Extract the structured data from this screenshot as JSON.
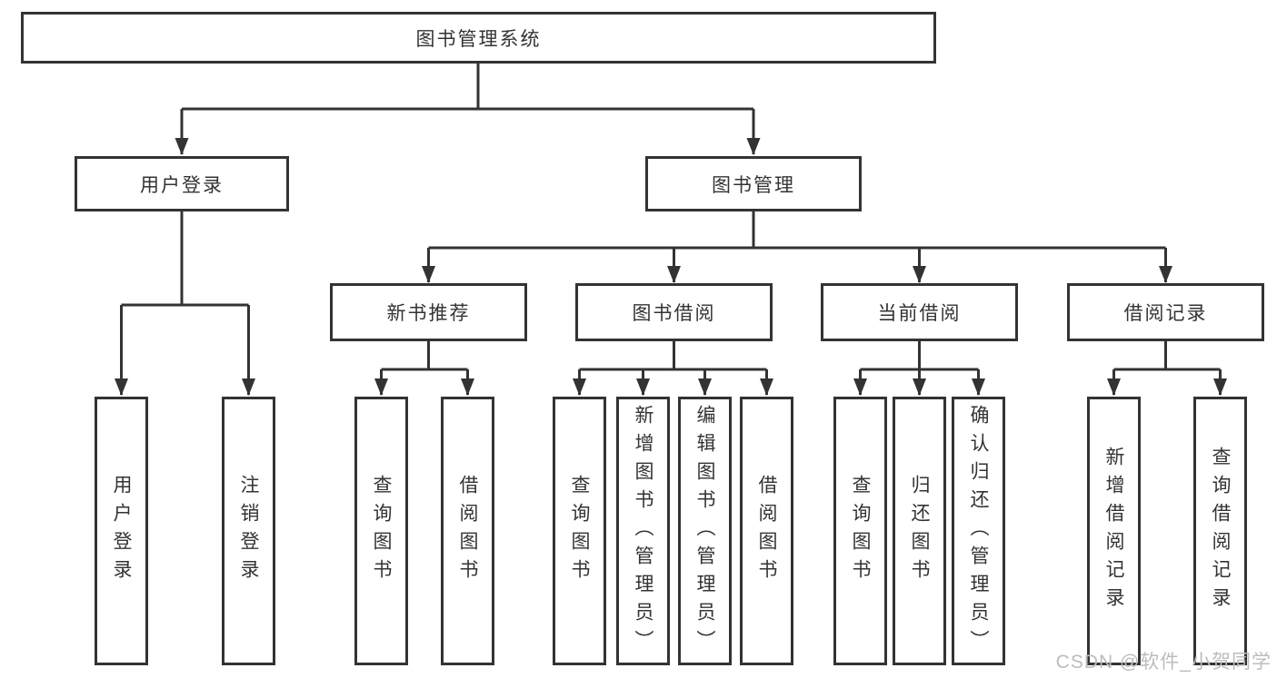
{
  "colors": {
    "line": "#333333",
    "box_border": "#333333",
    "box_fill": "#ffffff",
    "text": "#333333",
    "watermark": "#bcbcbc",
    "background": "#ffffff"
  },
  "diagram": {
    "root": {
      "label": "图书管理系统"
    },
    "branches": [
      {
        "label": "用户登录",
        "children": [
          {
            "label": "用户登录"
          },
          {
            "label": "注销登录"
          }
        ]
      },
      {
        "label": "图书管理",
        "children": [
          {
            "label": "新书推荐",
            "children": [
              {
                "label": "查询图书"
              },
              {
                "label": "借阅图书"
              }
            ]
          },
          {
            "label": "图书借阅",
            "children": [
              {
                "label": "查询图书"
              },
              {
                "label": "新增图书（管理员）"
              },
              {
                "label": "编辑图书（管理员）"
              },
              {
                "label": "借阅图书"
              }
            ]
          },
          {
            "label": "当前借阅",
            "children": [
              {
                "label": "查询图书"
              },
              {
                "label": "归还图书"
              },
              {
                "label": "确认归还（管理员）"
              }
            ]
          },
          {
            "label": "借阅记录",
            "children": [
              {
                "label": "新增借阅记录"
              },
              {
                "label": "查询借阅记录"
              }
            ]
          }
        ]
      }
    ]
  },
  "watermark": {
    "text": "CSDN @软件_小贺同学"
  }
}
